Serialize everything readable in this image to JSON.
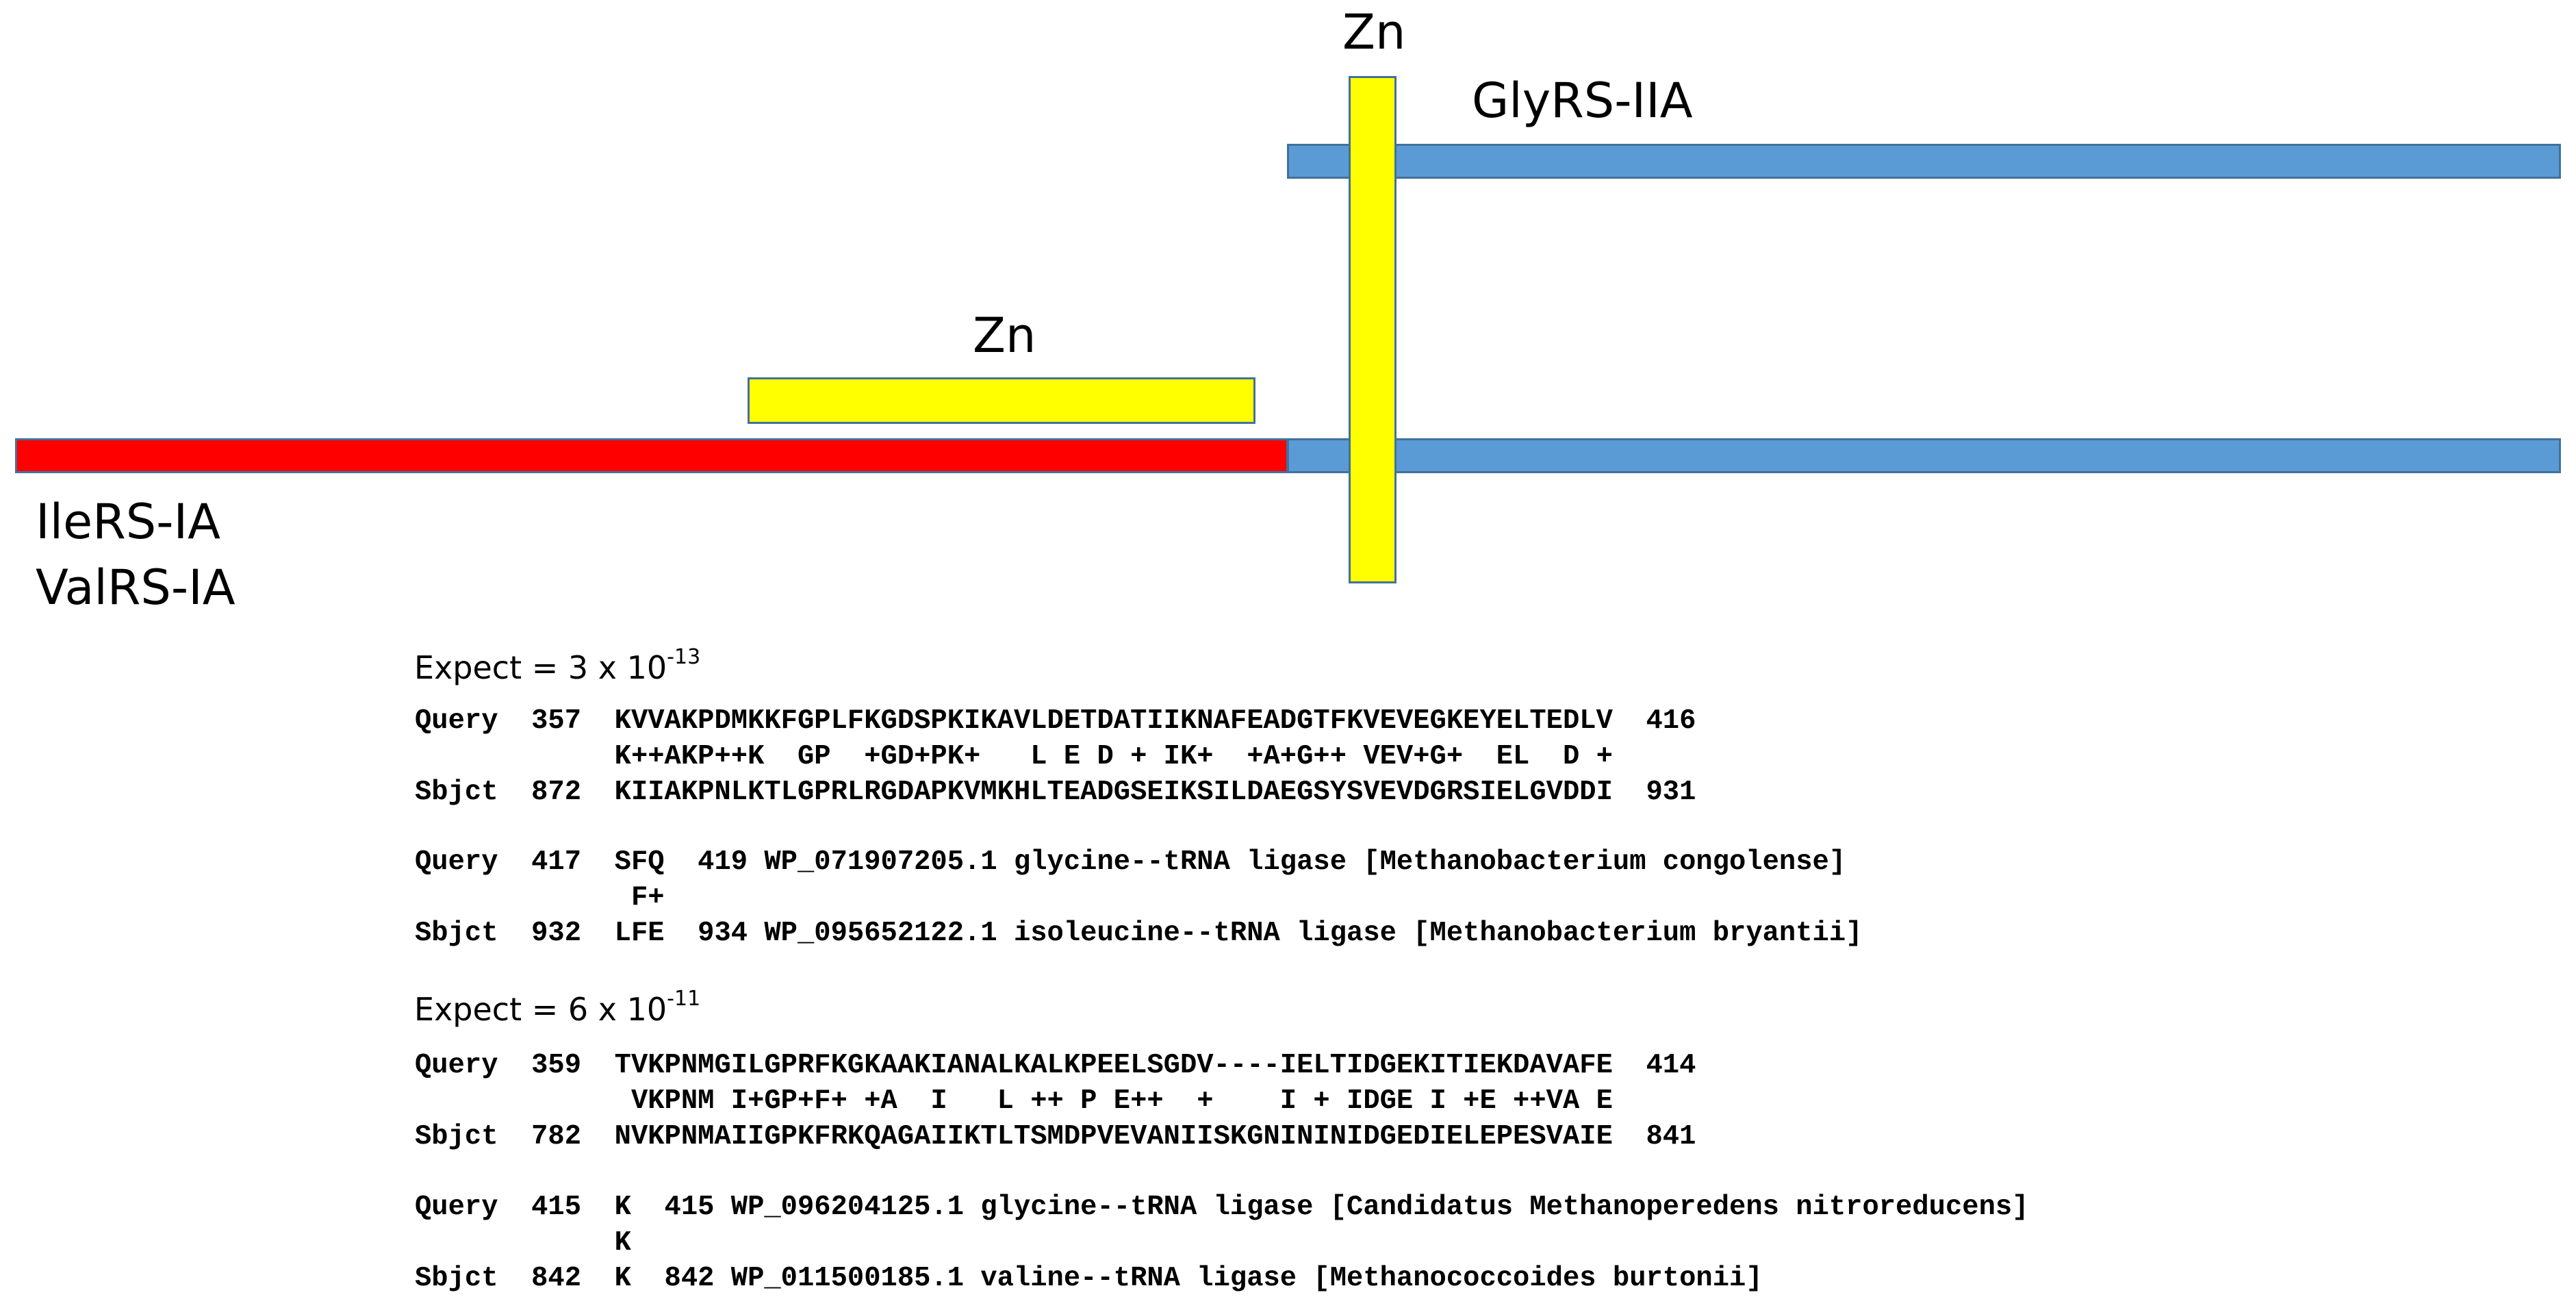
{
  "colors": {
    "blue": "#5b9bd5",
    "red": "#ff0000",
    "yellow": "#ffff00",
    "outline": "#41719c"
  },
  "diagram": {
    "zn_top_label": "Zn",
    "zn_mid_label": "Zn",
    "glyrs_label": "GlyRS-IIA",
    "ilers_label": "IleRS-IA",
    "valrs_label": "ValRS-IA"
  },
  "alignments": [
    {
      "expect_prefix": "Expect = 3 x 10",
      "expect_exponent": "-13",
      "block1": [
        "Query  357  KVVAKPDMKKFGPLFKGDSPKIKAVLDETDATIIKNAFEADGTFKVEVEGKEYELTEDLV  416",
        "            K++AKP++K  GP  +GD+PK+   L E D + IK+  +A+G++ VEV+G+  EL  D +",
        "Sbjct  872  KIIAKPNLKTLGPRLRGDAPKVMKHLTEADGSEIKSILDAEGSYSVEVDGRSIELGVDDI  931"
      ],
      "block2": [
        "Query  417  SFQ  419 WP_071907205.1 glycine--tRNA ligase [Methanobacterium congolense]",
        "             F+",
        "Sbjct  932  LFE  934 WP_095652122.1 isoleucine--tRNA ligase [Methanobacterium bryantii]"
      ]
    },
    {
      "expect_prefix": "Expect = 6 x 10",
      "expect_exponent": "-11",
      "block1": [
        "Query  359  TVKPNMGILGPRFKGKAAKIANALKALKPEELSGDV----IELTIDGEKITIEKDAVAFE  414",
        "             VKPNM I+GP+F+ +A  I   L ++ P E++  +    I + IDGE I +E ++VA E",
        "Sbjct  782  NVKPNMAIIGPKFRKQAGAIIKTLTSMDPVEVANIISKGNININIDGEDIELEPESVAIE  841"
      ],
      "block2": [
        "Query  415  K  415 WP_096204125.1 glycine--tRNA ligase [Candidatus Methanoperedens nitroreducens]",
        "            K",
        "Sbjct  842  K  842 WP_011500185.1 valine--tRNA ligase [Methanococcoides burtonii]"
      ]
    }
  ]
}
